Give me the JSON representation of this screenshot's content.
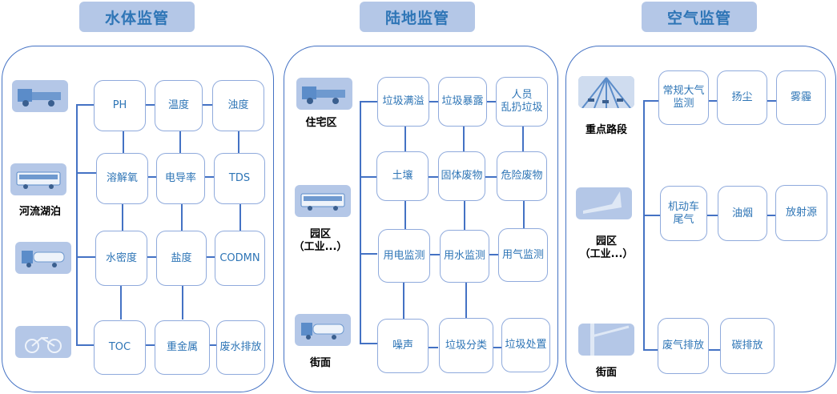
{
  "colors": {
    "title_bg": "#b4c7e7",
    "title_text": "#2e75b6",
    "border": "#4472c4",
    "node_border": "#8faadc"
  },
  "sections": [
    {
      "title": "水体监管",
      "locations": [
        {
          "label": "河流湖泊",
          "icon": "truck-icon"
        },
        {
          "label": "",
          "icon": "bus-icon"
        },
        {
          "label": "",
          "icon": "tanker-truck-icon"
        },
        {
          "label": "",
          "icon": "bicycle-icon"
        }
      ],
      "items": [
        "PH",
        "温度",
        "浊度",
        "溶解氧",
        "电导率",
        "TDS",
        "水密度",
        "盐度",
        "CODMN",
        "TOC",
        "重金属",
        "废水排放"
      ]
    },
    {
      "title": "陆地监管",
      "locations": [
        {
          "label": "住宅区",
          "icon": "truck-icon"
        },
        {
          "label": "园区\n（工业...）",
          "icon": "bus-icon"
        },
        {
          "label": "街面",
          "icon": "tanker-truck-icon"
        }
      ],
      "items": [
        "垃圾满溢",
        "垃圾暴露",
        "人员\n乱扔垃圾",
        "土壤",
        "固体废物",
        "危险废物",
        "用电监测",
        "用水监测",
        "用气监测",
        "噪声",
        "垃圾分类",
        "垃圾处置"
      ]
    },
    {
      "title": "空气监管",
      "locations": [
        {
          "label": "重点路段",
          "icon": "highway-icon"
        },
        {
          "label": "园区\n（工业...）",
          "icon": "bridge-icon"
        },
        {
          "label": "街面",
          "icon": "street-lamp-icon"
        }
      ],
      "items": [
        "常规大气\n监测",
        "扬尘",
        "雾霾",
        "机动车\n尾气",
        "油烟",
        "放射源",
        "废气排放",
        "碳排放"
      ]
    }
  ]
}
